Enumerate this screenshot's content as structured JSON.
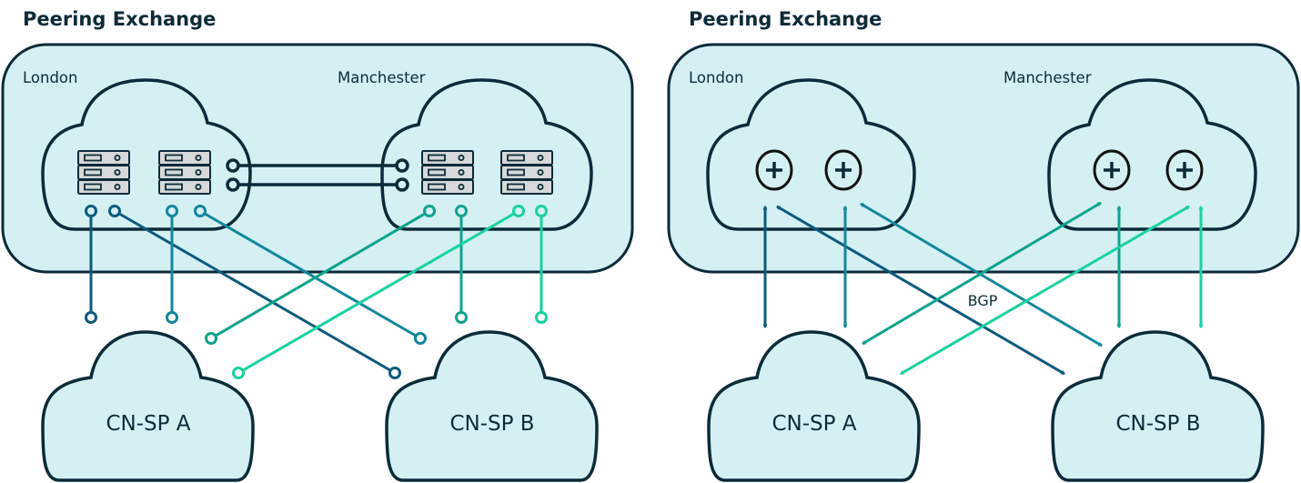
{
  "colors": {
    "outline": "#0c2b39",
    "fill": "#d4f0f3",
    "server_fill": "#d6d8d9",
    "link_1": "#0c5a7e",
    "link_2": "#12879d",
    "link_3": "#0ea38c",
    "link_4": "#18d2a0"
  },
  "left_panel": {
    "title": "Peering Exchange",
    "sites": [
      {
        "label": "London"
      },
      {
        "label": "Manchester"
      }
    ],
    "customers": [
      {
        "label": "CN-SP A"
      },
      {
        "label": "CN-SP B"
      }
    ]
  },
  "right_panel": {
    "title": "Peering Exchange",
    "sites": [
      {
        "label": "London"
      },
      {
        "label": "Manchester"
      }
    ],
    "customers": [
      {
        "label": "CN-SP A"
      },
      {
        "label": "CN-SP B"
      }
    ],
    "protocol_label": "BGP"
  }
}
